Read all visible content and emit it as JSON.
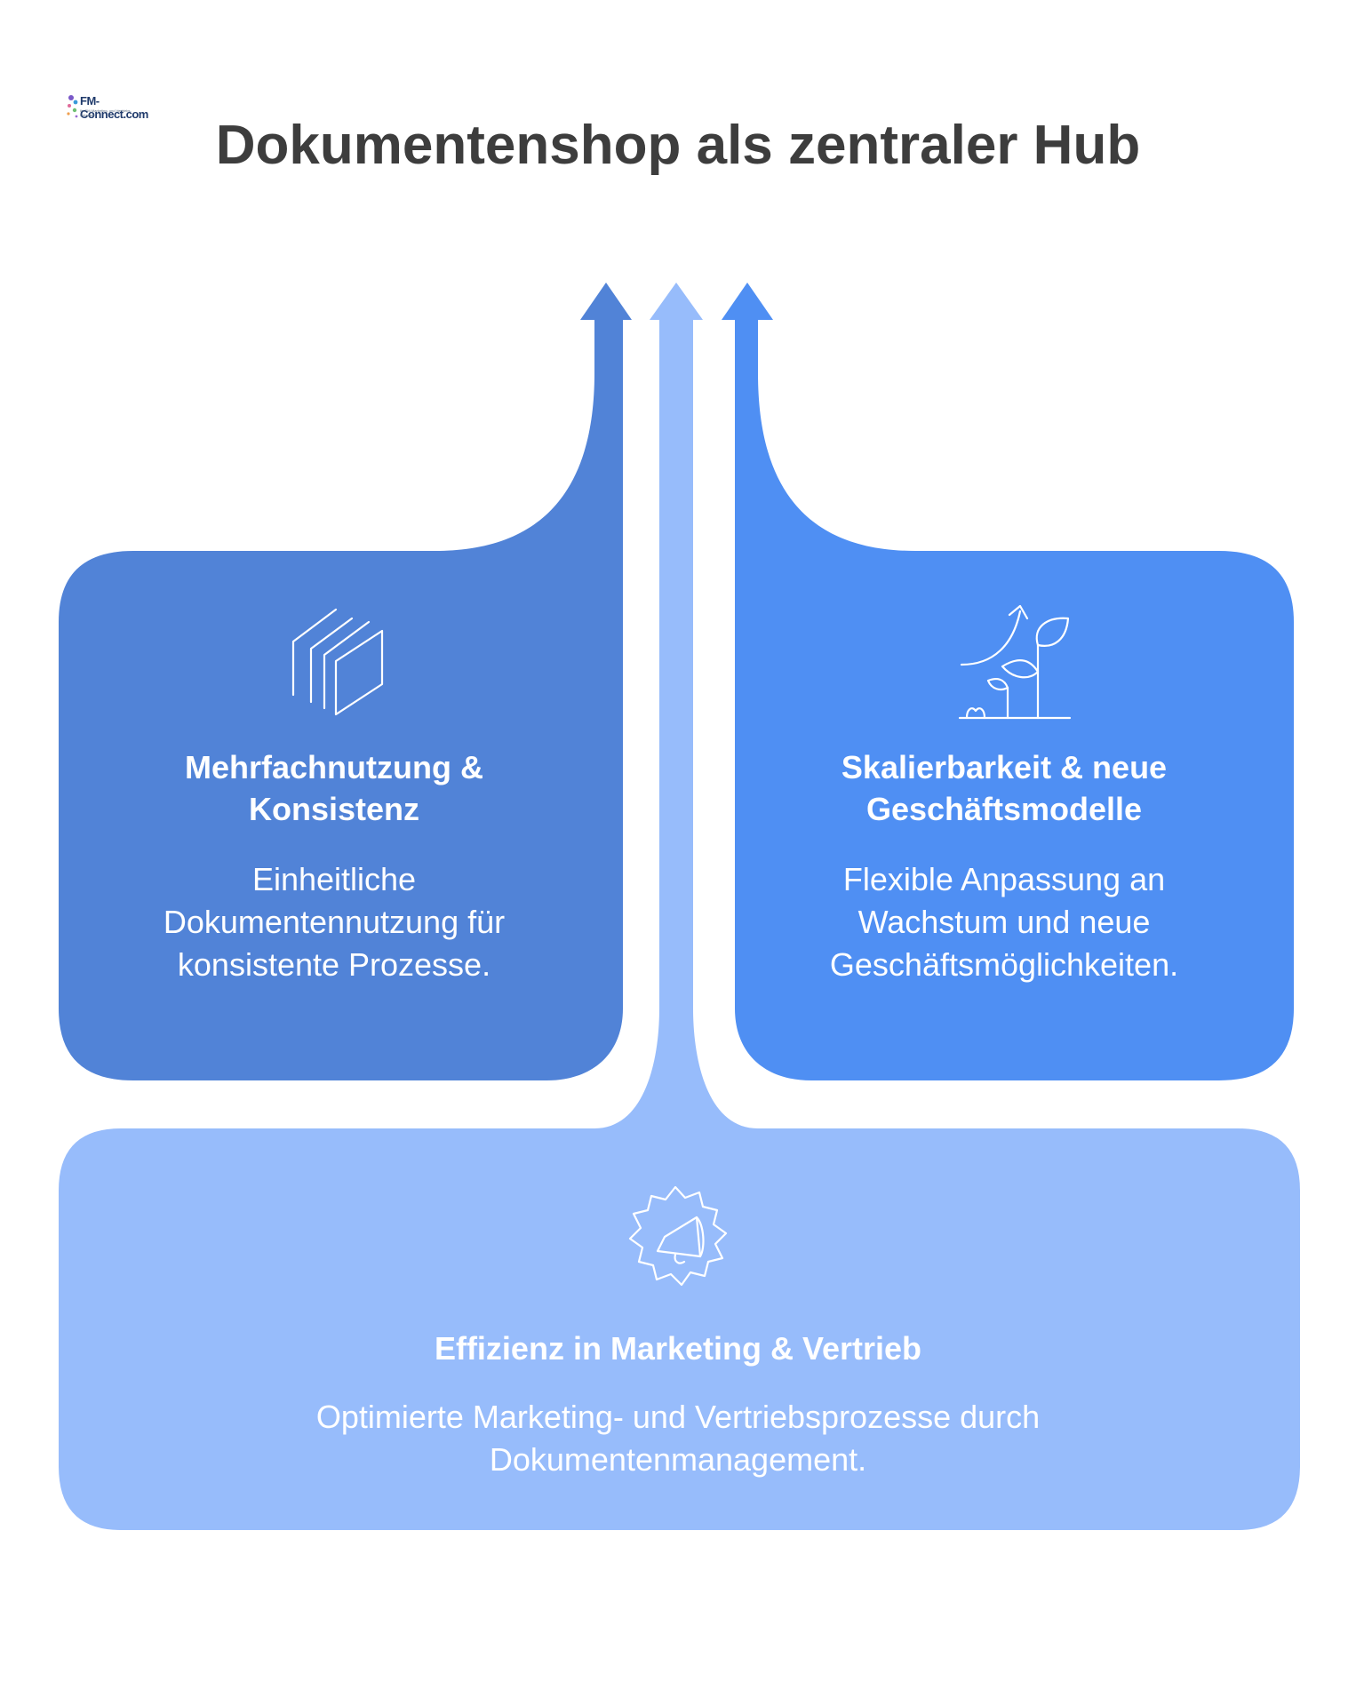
{
  "logo": {
    "name": "FM-Connect.com",
    "tagline": "Ihr FM-Marketing- und Vertriebs-Netzwerk"
  },
  "title": "Dokumentenshop als zentraler Hub",
  "cards": [
    {
      "id": "left",
      "title": "Mehrfachnutzung & Konsistenz",
      "description": "Einheitliche Dokumentennutzung für konsistente Prozesse.",
      "icon": "stacked-documents-icon",
      "color": "#5183d7"
    },
    {
      "id": "right",
      "title": "Skalierbarkeit & neue Geschäftsmodelle",
      "description": "Flexible Anpassung an Wachstum und neue Geschäftsmöglichkeiten.",
      "icon": "growth-plant-icon",
      "color": "#4f8ff3"
    },
    {
      "id": "bottom",
      "title": "Effizienz in Marketing & Vertrieb",
      "description": "Optimierte Marketing- und Vertriebsprozesse durch Dokumentenmanagement.",
      "icon": "gear-megaphone-icon",
      "color": "#97bcfb"
    }
  ]
}
